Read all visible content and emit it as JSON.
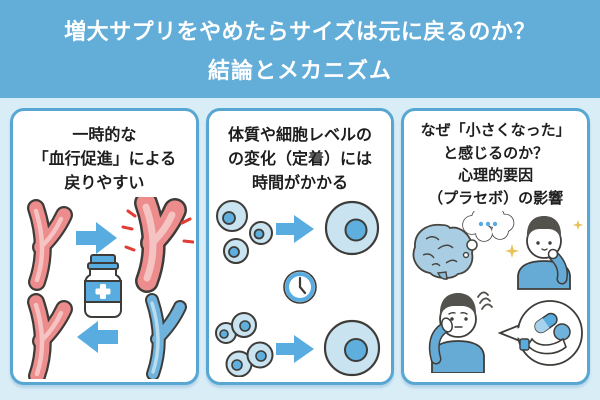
{
  "header": {
    "line1": "増大サプリをやめたらサイズは元に戻るのか？",
    "line2": "結論とメカニズム"
  },
  "panels": [
    {
      "id": "temporary-blood-flow",
      "title_lines": [
        "一時的な",
        "「血行促進」による",
        "戻りやすい"
      ],
      "illustration": "blood-vessel-supplement-cycle",
      "icons": [
        "blood-vessel-icon",
        "arrow-right-icon",
        "dilated-blood-vessel-icon",
        "supplement-bottle-icon",
        "arrow-left-icon",
        "constricted-blood-vessel-icon"
      ]
    },
    {
      "id": "cellular-change-takes-time",
      "title_lines": [
        "体質や細胞レベルの",
        "の変化（定着）には",
        "時間がかかる"
      ],
      "illustration": "cells-growing-over-time",
      "icons": [
        "cell-cluster-icon",
        "arrow-right-icon",
        "large-cell-icon",
        "clock-icon",
        "dividing-cells-icon"
      ]
    },
    {
      "id": "psychological-placebo",
      "title_lines": [
        "なぜ「小さくなった」",
        "と感じるのか？",
        "心理的要因",
        "（プラセボ）の影響"
      ],
      "illustration": "brain-placebo-psychology",
      "icons": [
        "brain-icon",
        "thought-bubble-icon",
        "thinking-person-icon",
        "sparkle-icon",
        "worried-person-icon",
        "frustration-mark-icon",
        "pill-offer-bubble-icon"
      ]
    }
  ],
  "colors": {
    "header_bg": "#63AED9",
    "page_bg": "#D9EDF7",
    "panel_bg": "#FFFFFF",
    "panel_border": "#58A7D3",
    "title_text": "#1E1E1E",
    "header_text": "#FFFFFF",
    "arrow_blue": "#58ACDF",
    "vessel_red": "#EC8C8C",
    "vessel_red_light": "#F6C3C3",
    "vessel_blue": "#6FB2DC",
    "burst_red": "#E23C34",
    "outline_dark": "#3E3C38",
    "cell_fill": "#C9E3F1",
    "cell_nucleus": "#5FAFDE",
    "brain_fill": "#A9CEE4",
    "sweater_blue": "#66AAD6",
    "hair_gray": "#54524D",
    "sparkle_gold": "#E8C35B"
  }
}
